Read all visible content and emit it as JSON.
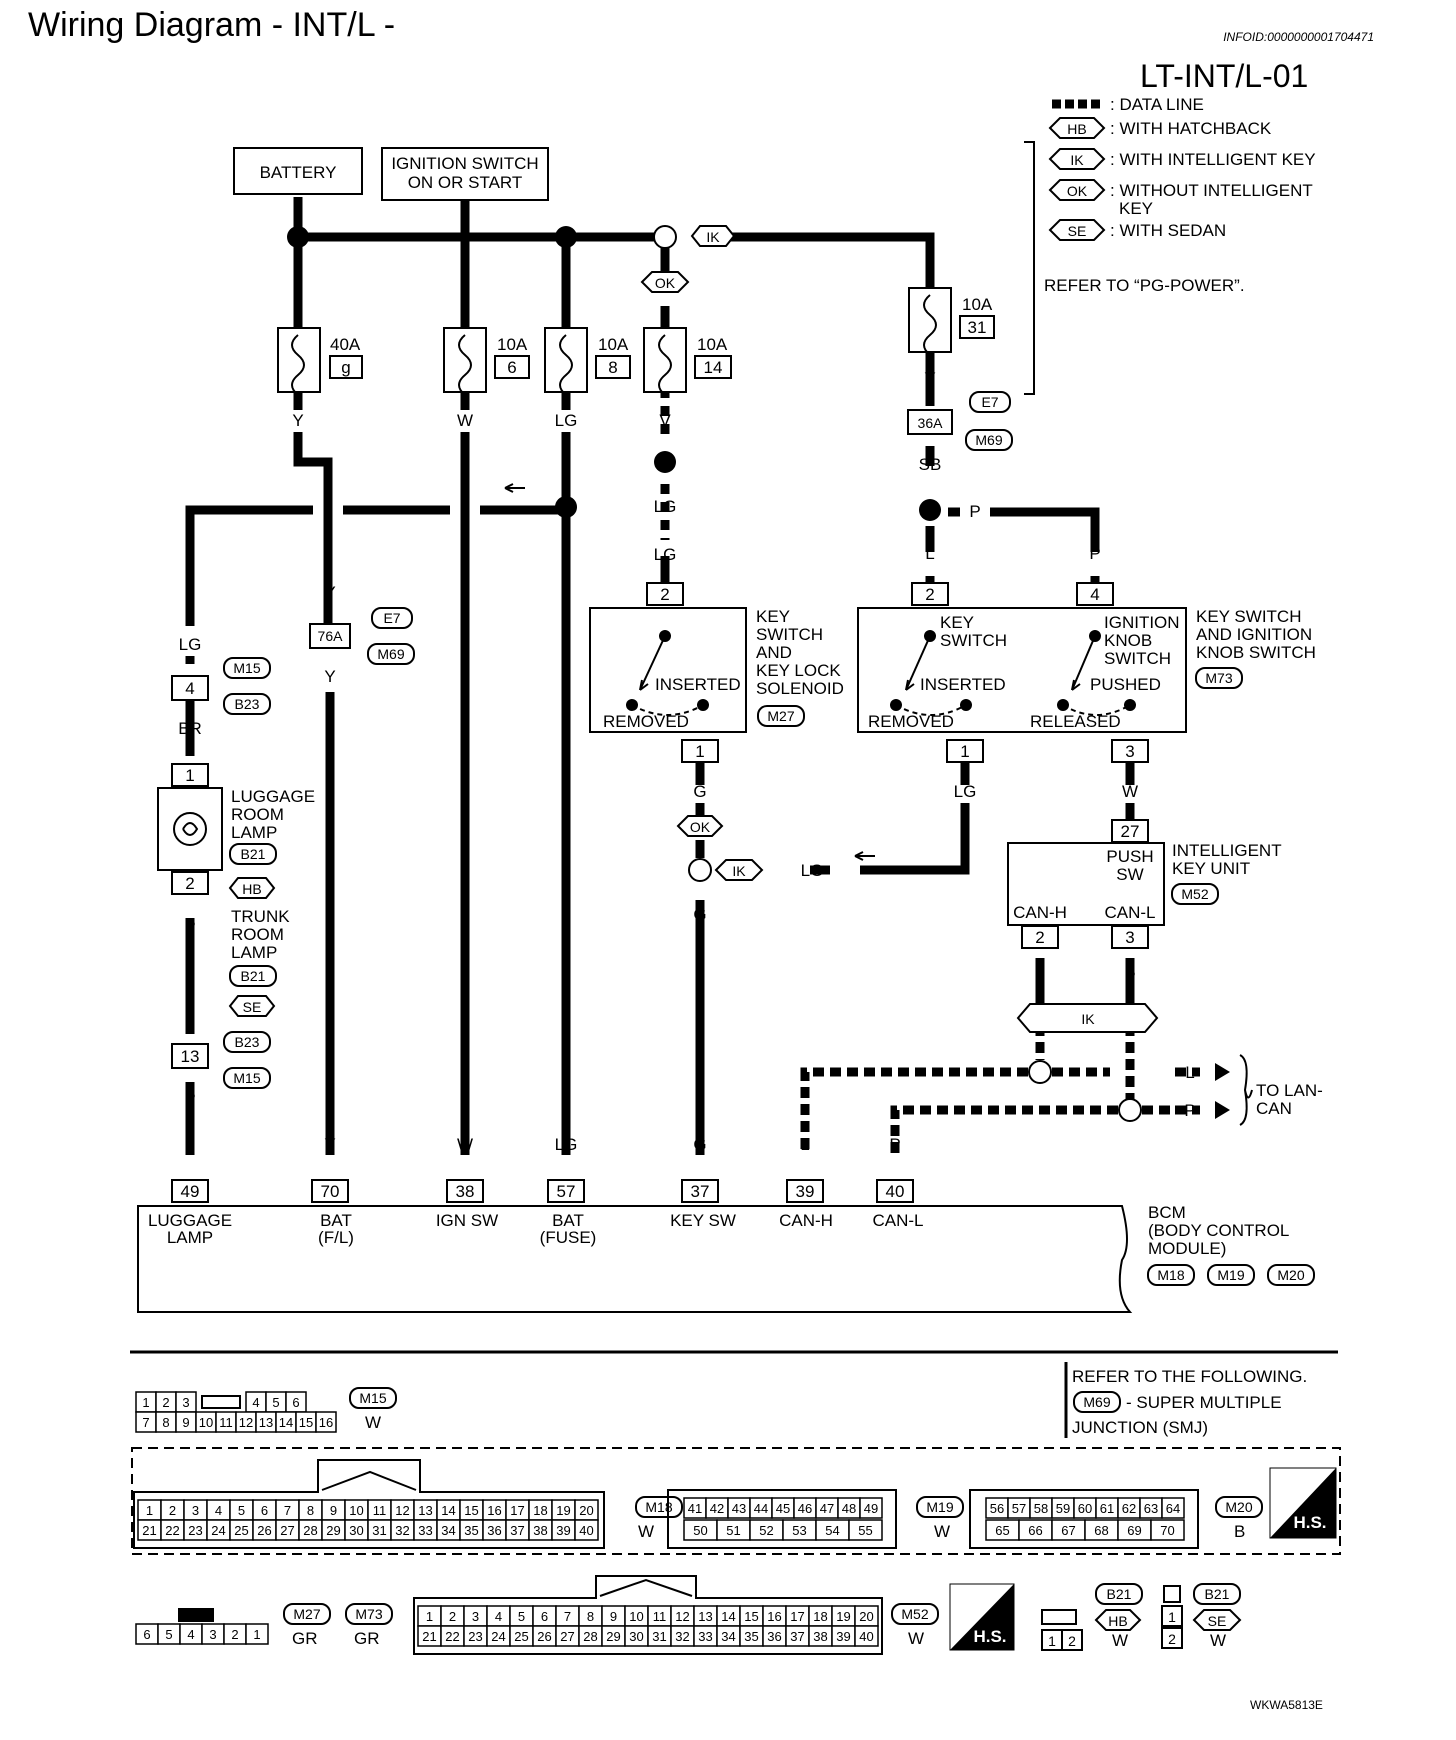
{
  "header": {
    "title": "Wiring Diagram - INT/L -",
    "info_id": "INFOID:0000000001704471",
    "diagram_code": "LT-INT/L-01",
    "footer_code": "WKWA5813E"
  },
  "legend": {
    "data_line": ": DATA LINE",
    "hb": ": WITH HATCHBACK",
    "ik": ": WITH INTELLIGENT KEY",
    "ok1": ": WITHOUT INTELLIGENT",
    "ok2": "KEY",
    "se": ": WITH SEDAN",
    "refer": "REFER TO “PG-POWER”."
  },
  "codes": {
    "hb": "HB",
    "ik": "IK",
    "ok": "OK",
    "se": "SE"
  },
  "sources": {
    "battery": "BATTERY",
    "ign1": "IGNITION SWITCH",
    "ign2": "ON OR START"
  },
  "fuses": [
    {
      "amp": "40A",
      "num": "g"
    },
    {
      "amp": "10A",
      "num": "6"
    },
    {
      "amp": "10A",
      "num": "8"
    },
    {
      "amp": "10A",
      "num": "14"
    },
    {
      "amp": "10A",
      "num": "31"
    }
  ],
  "wires": {
    "y": "Y",
    "w": "W",
    "lg": "LG",
    "v": "V",
    "sb": "SB",
    "p": "P",
    "l": "L",
    "br": "BR",
    "g": "G"
  },
  "junctions": {
    "j36": "36A",
    "j76": "76A",
    "e7": "E7",
    "m69": "M69",
    "m15": "M15",
    "b23": "B23",
    "b21": "B21",
    "m27": "M27",
    "m73": "M73",
    "m52": "M52",
    "m18": "M18",
    "m19": "M19",
    "m20": "M20"
  },
  "pins": {
    "p1": "1",
    "p2": "2",
    "p3": "3",
    "p4": "4",
    "p13": "13",
    "p27": "27",
    "p49": "49",
    "p70": "70",
    "p38": "38",
    "p57": "57",
    "p37": "37",
    "p39": "39",
    "p40": "40"
  },
  "components": {
    "lamp1": "LUGGAGE",
    "lamp2": "ROOM",
    "lamp3": "LAMP",
    "trunk1": "TRUNK",
    "trunk2": "ROOM",
    "trunk3": "LAMP",
    "ks1": "KEY",
    "ks2": "SWITCH",
    "ks3": "AND",
    "ks4": "KEY LOCK",
    "ks5": "SOLENOID",
    "inserted": "INSERTED",
    "removed": "REMOVED",
    "kik1": "KEY",
    "kik2": "SWITCH",
    "ikn1": "IGNITION",
    "ikn2": "KNOB",
    "ikn3": "SWITCH",
    "pushed": "PUSHED",
    "released": "RELEASED",
    "ksik1": "KEY SWITCH",
    "ksik2": "AND IGNITION",
    "ksik3": "KNOB SWITCH",
    "iku1": "INTELLIGENT",
    "iku2": "KEY UNIT",
    "push": "PUSH",
    "sw": "SW",
    "canh": "CAN-H",
    "canl": "CAN-L",
    "tolan1": "TO LAN-",
    "tolan2": "CAN",
    "bcm1": "BCM",
    "bcm2": "(BODY CONTROL",
    "bcm3": "MODULE)"
  },
  "bcm_terms": [
    {
      "a": "LUGGAGE",
      "b": "LAMP"
    },
    {
      "a": "BAT",
      "b": "(F/L)"
    },
    {
      "a": "IGN SW",
      "b": ""
    },
    {
      "a": "BAT",
      "b": "(FUSE)"
    },
    {
      "a": "KEY SW",
      "b": ""
    },
    {
      "a": "CAN-H",
      "b": ""
    },
    {
      "a": "CAN-L",
      "b": ""
    }
  ],
  "refer_box": {
    "l1": "REFER TO THE FOLLOWING.",
    "l2": "- SUPER MULTIPLE",
    "l3": "JUNCTION (SMJ)"
  },
  "connectors": {
    "m15_pins": [
      "1",
      "2",
      "3",
      "",
      "4",
      "5",
      "6",
      "7",
      "8",
      "9",
      "10",
      "11",
      "12",
      "13",
      "14",
      "15",
      "16"
    ],
    "m15_color": "W",
    "m18_top": [
      "1",
      "2",
      "3",
      "4",
      "5",
      "6",
      "7",
      "8",
      "9",
      "10",
      "11",
      "12",
      "13",
      "14",
      "15",
      "16",
      "17",
      "18",
      "19",
      "20"
    ],
    "m18_bot": [
      "21",
      "22",
      "23",
      "24",
      "25",
      "26",
      "27",
      "28",
      "29",
      "30",
      "31",
      "32",
      "33",
      "34",
      "35",
      "36",
      "37",
      "38",
      "39",
      "40"
    ],
    "m18_color": "W",
    "m19_top": [
      "41",
      "42",
      "43",
      "44",
      "45",
      "46",
      "47",
      "48",
      "49"
    ],
    "m19_bot": [
      "50",
      "51",
      "52",
      "53",
      "54",
      "55"
    ],
    "m19_color": "W",
    "m20_top": [
      "56",
      "57",
      "58",
      "59",
      "60",
      "61",
      "62",
      "63",
      "64"
    ],
    "m20_bot": [
      "65",
      "66",
      "67",
      "68",
      "69",
      "70"
    ],
    "m20_color": "B",
    "m27_pins": [
      "6",
      "5",
      "4",
      "3",
      "2",
      "1"
    ],
    "m27_color": "GR",
    "m73_color": "GR",
    "m52_color": "W",
    "b21hb_pins": [
      "1",
      "2"
    ],
    "b21hb_color": "W",
    "b21se_pins": [
      "1",
      "2"
    ],
    "b21se_color": "W",
    "hs": "H.S."
  }
}
